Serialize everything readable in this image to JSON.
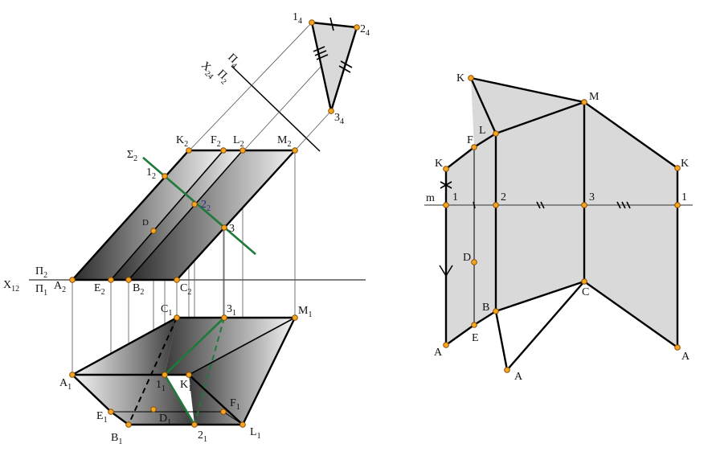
{
  "left_drawing": {
    "axis_x12": {
      "name": "X",
      "index": "12",
      "upper": "Π",
      "upper_index": "2",
      "lower": "Π",
      "lower_index": "1"
    },
    "axis_x24": {
      "name": "X",
      "index": "24",
      "upper": "Π",
      "upper_index": "4",
      "lower": "Π",
      "lower_index": "2"
    },
    "sigma": {
      "name": "Σ",
      "index": "2"
    },
    "front_labels": [
      {
        "name": "A",
        "index": "2"
      },
      {
        "name": "E",
        "index": "2"
      },
      {
        "name": "B",
        "index": "2"
      },
      {
        "name": "C",
        "index": "2"
      },
      {
        "name": "K",
        "index": "2"
      },
      {
        "name": "F",
        "index": "2"
      },
      {
        "name": "L",
        "index": "2"
      },
      {
        "name": "M",
        "index": "2"
      },
      {
        "name": "1",
        "index": "2"
      },
      {
        "name": "2",
        "index": "2"
      },
      {
        "name": "3",
        "index": ""
      },
      {
        "name": "D",
        "index": ""
      }
    ],
    "top_labels": [
      {
        "name": "A",
        "index": "1"
      },
      {
        "name": "E",
        "index": "1"
      },
      {
        "name": "B",
        "index": "1"
      },
      {
        "name": "D",
        "index": "1"
      },
      {
        "name": "2",
        "index": "1"
      },
      {
        "name": "L",
        "index": "1"
      },
      {
        "name": "F",
        "index": "1"
      },
      {
        "name": "1",
        "index": "1"
      },
      {
        "name": "K",
        "index": "1"
      },
      {
        "name": "C",
        "index": "1"
      },
      {
        "name": "3",
        "index": "1"
      },
      {
        "name": "M",
        "index": "1"
      }
    ],
    "aux_labels": [
      {
        "name": "1",
        "index": "4"
      },
      {
        "name": "2",
        "index": "4"
      },
      {
        "name": "3",
        "index": "4"
      }
    ]
  },
  "right_drawing": {
    "line_label": "m",
    "points": [
      "K",
      "M",
      "L",
      "F",
      "K",
      "K",
      "1",
      "2",
      "3",
      "1",
      "D",
      "B",
      "C",
      "E",
      "A",
      "A",
      "A"
    ]
  }
}
